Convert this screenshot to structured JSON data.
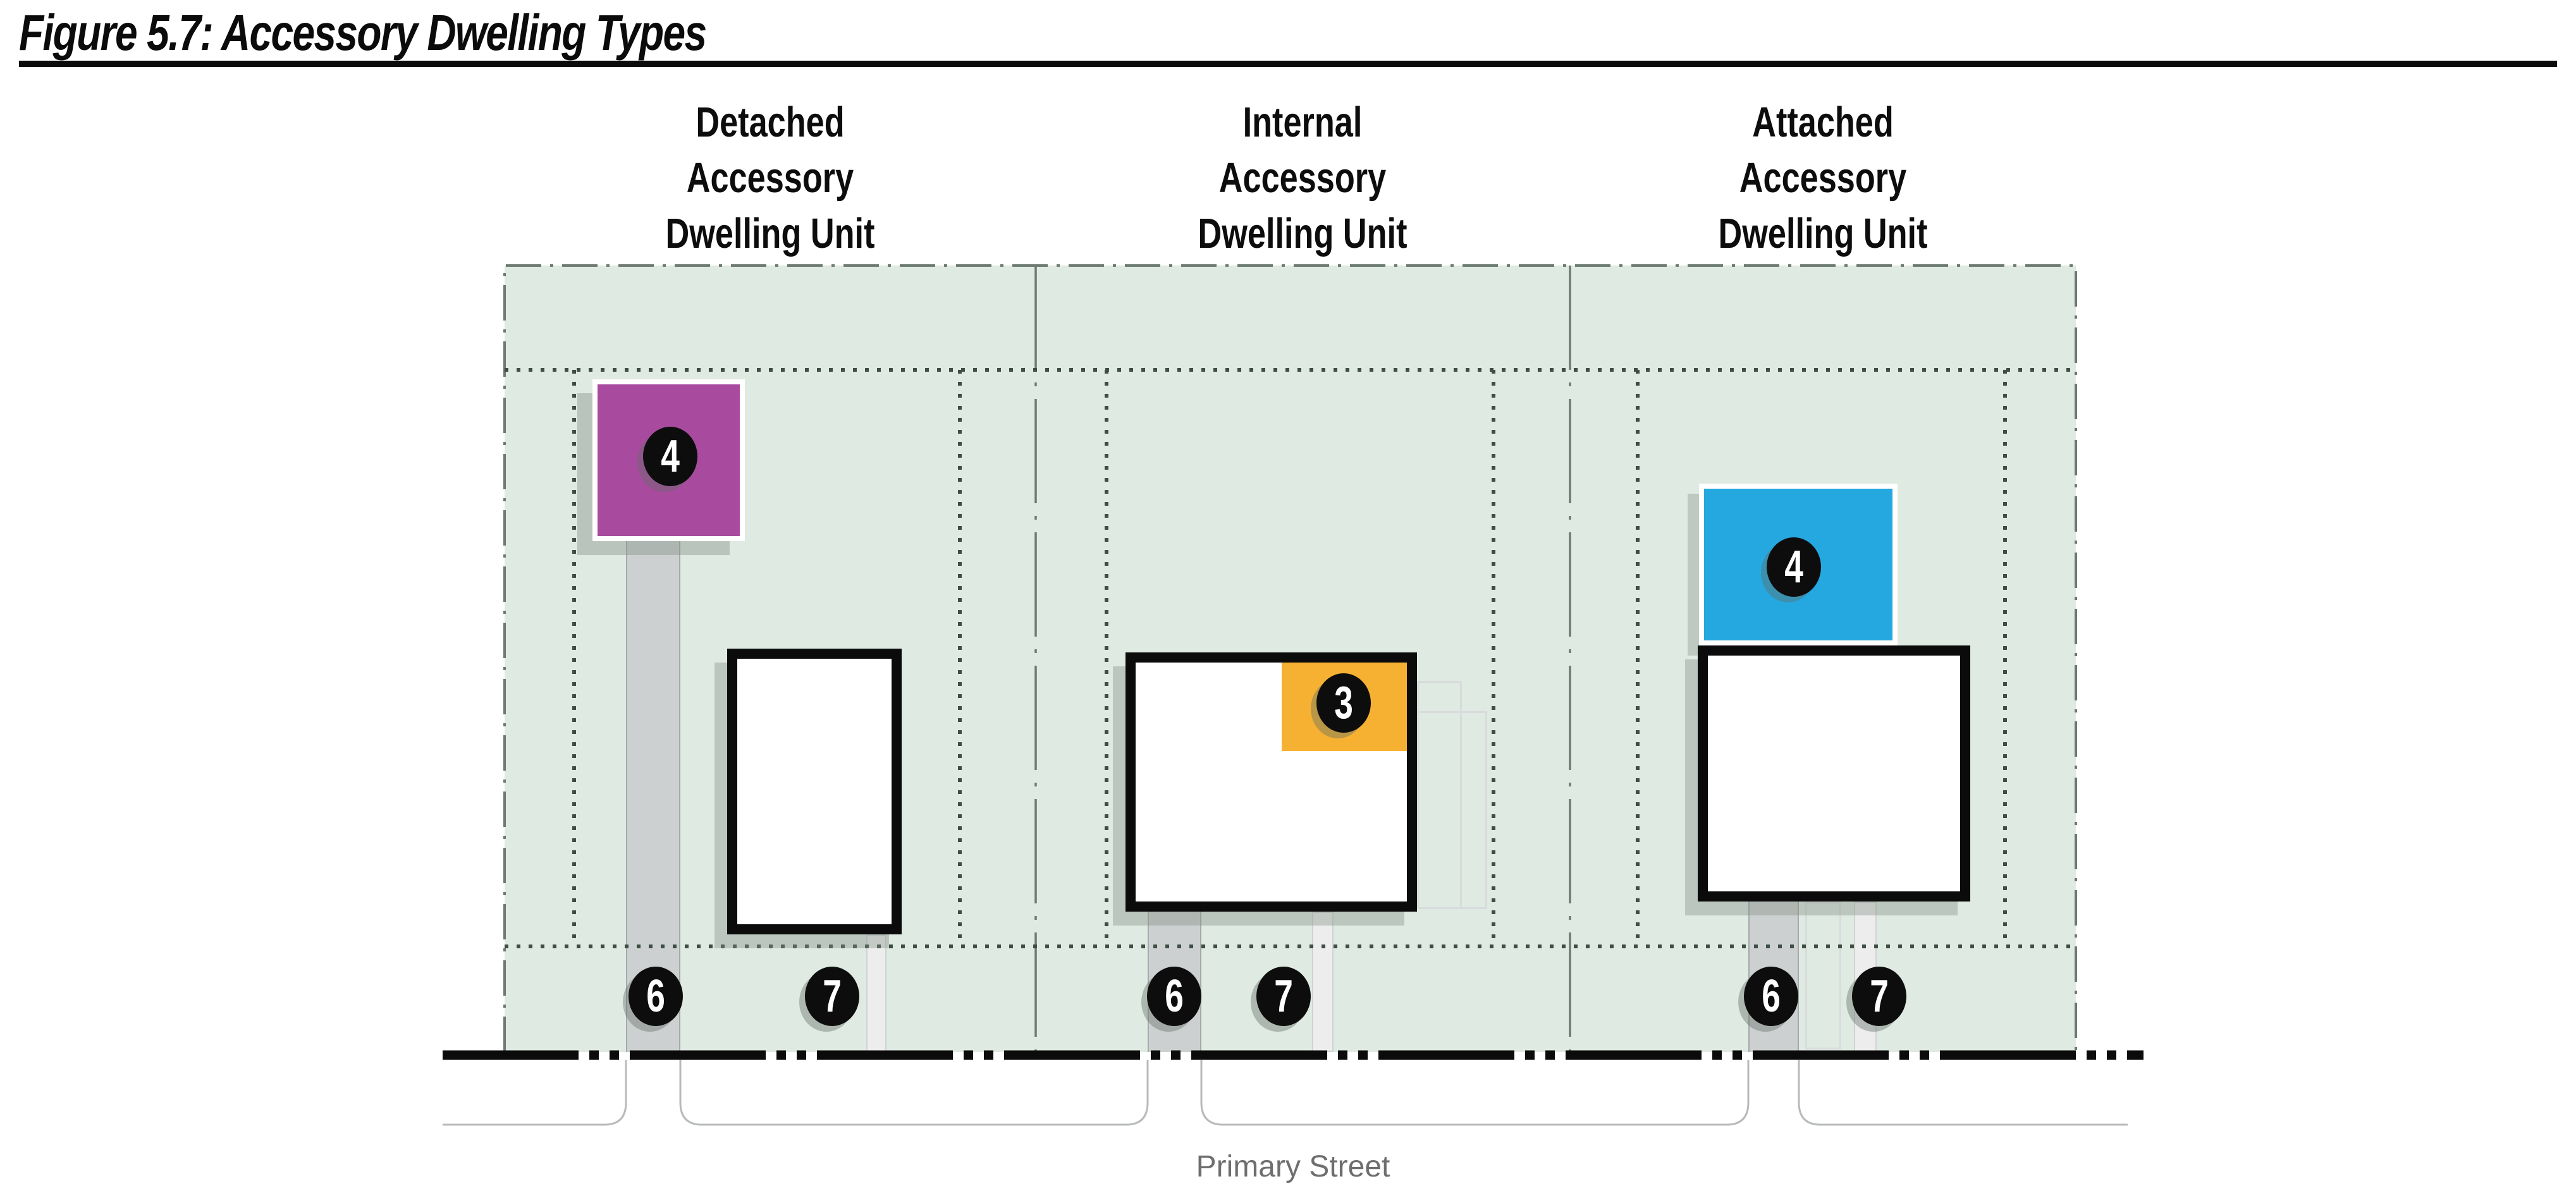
{
  "figure_title": "Figure 5.7: Accessory Dwelling Types",
  "street_label": "Primary Street",
  "colors": {
    "site_green": "#DFEAE2",
    "detached_adu_purple": "#A84B9E",
    "internal_adu_orange": "#F6B133",
    "attached_adu_blue": "#25A8E0",
    "marker_black": "#0D0D0D"
  },
  "lots": [
    {
      "heading": {
        "line1": "Detached",
        "line2": "Accessory",
        "line3": "Dwelling Unit"
      },
      "markers": {
        "adu": "4",
        "driveway": "6",
        "walkway": "7"
      }
    },
    {
      "heading": {
        "line1": "Internal",
        "line2": "Accessory",
        "line3": "Dwelling Unit"
      },
      "markers": {
        "adu": "3",
        "driveway": "6",
        "walkway": "7"
      }
    },
    {
      "heading": {
        "line1": "Attached",
        "line2": "Accessory",
        "line3": "Dwelling Unit"
      },
      "markers": {
        "adu": "4",
        "driveway": "6",
        "walkway": "7"
      }
    }
  ]
}
